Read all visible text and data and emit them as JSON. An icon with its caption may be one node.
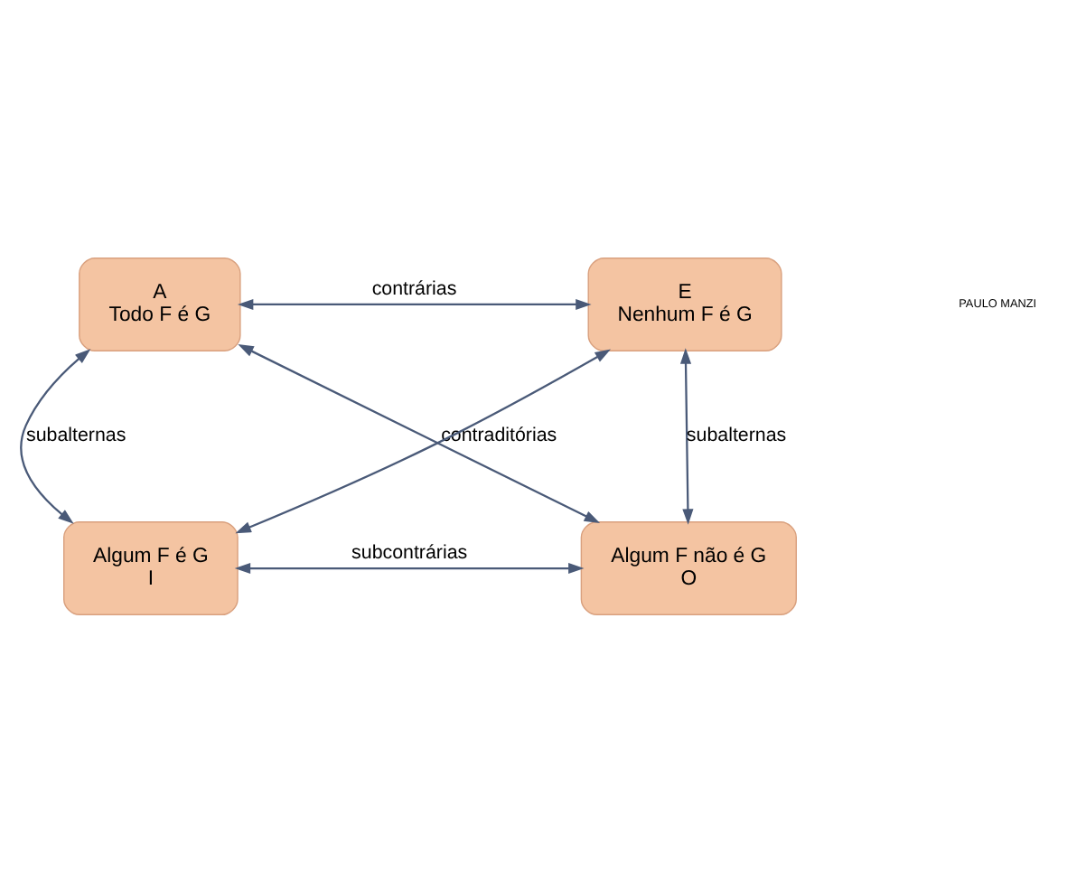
{
  "diagram": {
    "nodes": [
      {
        "text": [
          "A",
          "Todo F é G"
        ]
      },
      {
        "text": [
          "E",
          "Nenhum F é G"
        ]
      },
      {
        "text": [
          "Algum F é G",
          "I"
        ]
      },
      {
        "text": [
          "Algum F não é G",
          "O"
        ]
      }
    ],
    "edges": [
      {
        "from": 0,
        "to": 1,
        "arrow": "both",
        "label": "contrárias"
      },
      {
        "from": 0,
        "to": 2,
        "arrow": "both",
        "label": "subalternas"
      },
      {
        "from": 0,
        "to": 3,
        "arrow": "both",
        "label": "contraditórias"
      },
      {
        "from": 1,
        "to": 2,
        "arrow": "both"
      },
      {
        "from": 1,
        "to": 3,
        "arrow": "both",
        "label": "subalternas"
      },
      {
        "from": 2,
        "to": 3,
        "arrow": "both",
        "label": "subcontrárias"
      }
    ],
    "labels": [
      "PAULO MANZI"
    ]
  }
}
